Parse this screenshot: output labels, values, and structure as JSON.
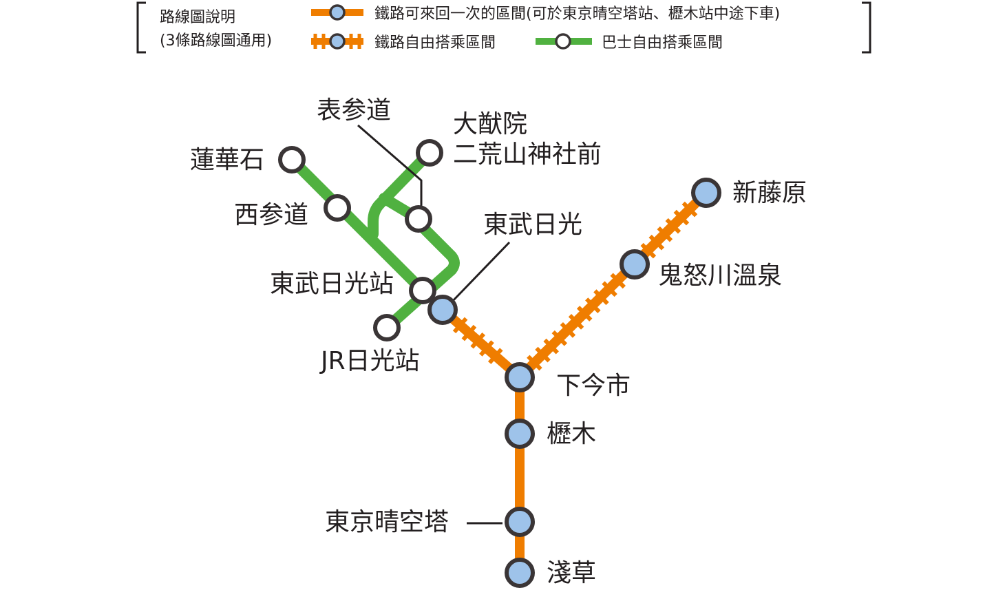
{
  "legend": {
    "title": "路線圖說明",
    "subtitle": "(3條路線圖通用)",
    "items": [
      "鐵路可來回一次的區間(可於東京晴空塔站、櫪木站中途下車)",
      "鐵路自由搭乘區間",
      "巴士自由搭乘區間"
    ]
  },
  "colors": {
    "rail": "#ef7d00",
    "bus": "#50b140",
    "station_fill": "#9ec3ea",
    "ring": "#3a3536",
    "text": "#231f20"
  },
  "stations": {
    "omotesando": "表参道",
    "futarasan": [
      "大猷院",
      "二荒山神社前"
    ],
    "rengeseki": "蓮華石",
    "nishisando": "西参道",
    "tobu_nikko_station": "東武日光站",
    "jr_nikko_station": "JR日光站",
    "tobu_nikko": "東武日光",
    "shin_fujiwara": "新藤原",
    "kinugawa_onsen": "鬼怒川溫泉",
    "shimo_imaichi": "下今市",
    "tochigi": "櫪木",
    "tokyo_skytree": "東京晴空塔",
    "asakusa": "淺草"
  }
}
